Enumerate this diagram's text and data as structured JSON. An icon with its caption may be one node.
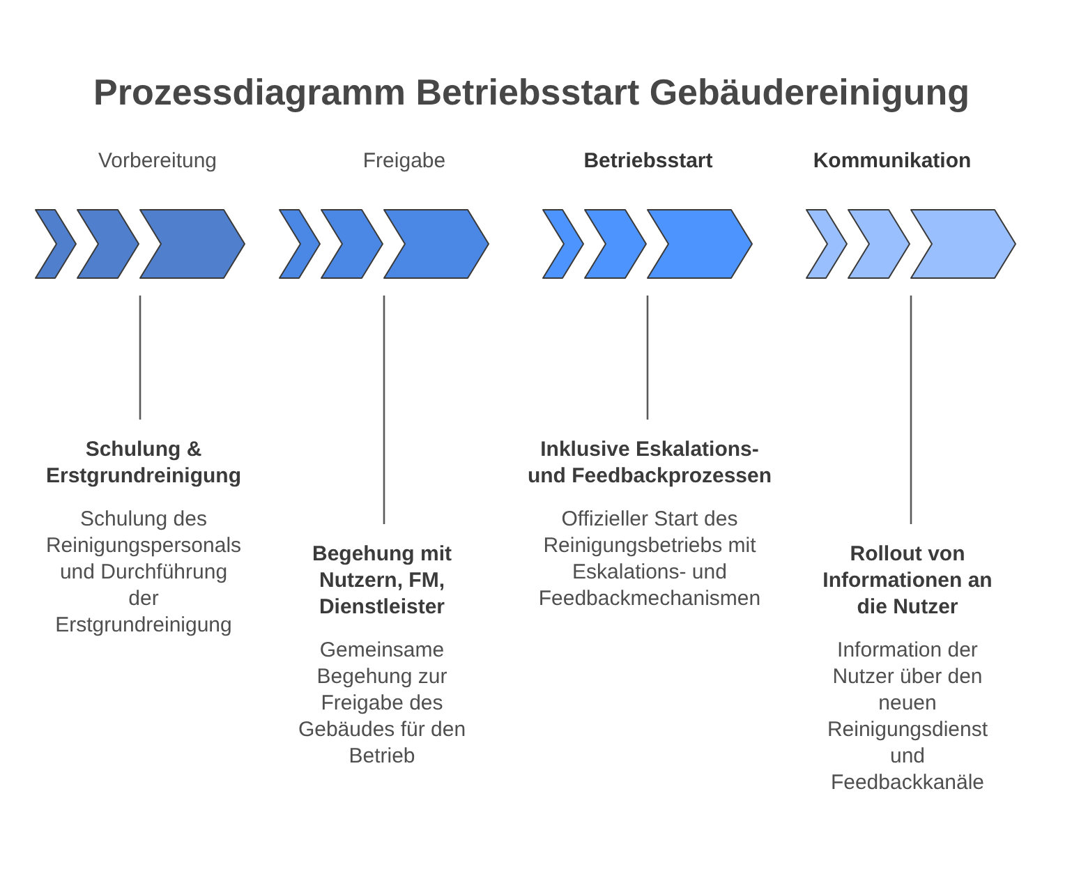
{
  "diagram": {
    "title": "Prozessdiagramm Betriebsstart Gebäudereinigung",
    "nodes": [
      {
        "text": [],
        "shape": "chevron",
        "beside": [
          "Vorbereitung"
        ]
      },
      {
        "text": [],
        "shape": "chevron",
        "beside": [
          "Freigabe"
        ]
      },
      {
        "text": [],
        "shape": "chevron",
        "beside": [
          "Betriebsstart"
        ]
      },
      {
        "text": [],
        "shape": "chevron",
        "beside": [
          "Kommunikation"
        ]
      },
      {
        "text": [
          "Schulung & Erstgrundreinigung",
          "Schulung des Reinigungspersonals und Durchführung der Erstgrundreinigung"
        ]
      },
      {
        "text": [
          "Begehung mit Nutzern, FM, Dienstleister",
          "Gemeinsame Begehung zur Freigabe des Gebäudes für den Betrieb"
        ]
      },
      {
        "text": [
          "Inklusive Eskalations- und Feedbackprozessen",
          "Offizieller Start des Reinigungsbetriebs mit Eskalations- und Feedbackmechanismen"
        ]
      },
      {
        "text": [
          "Rollout von Informationen an die Nutzer",
          "Information der Nutzer über den neuen Reinigungsdienst und Feedbackkanäle"
        ]
      }
    ],
    "edges": [
      {
        "from": 0,
        "to": 4,
        "arrow": "none"
      },
      {
        "from": 1,
        "to": 5,
        "arrow": "none"
      },
      {
        "from": 2,
        "to": 6,
        "arrow": "none"
      },
      {
        "from": 3,
        "to": 7,
        "arrow": "none"
      }
    ]
  }
}
